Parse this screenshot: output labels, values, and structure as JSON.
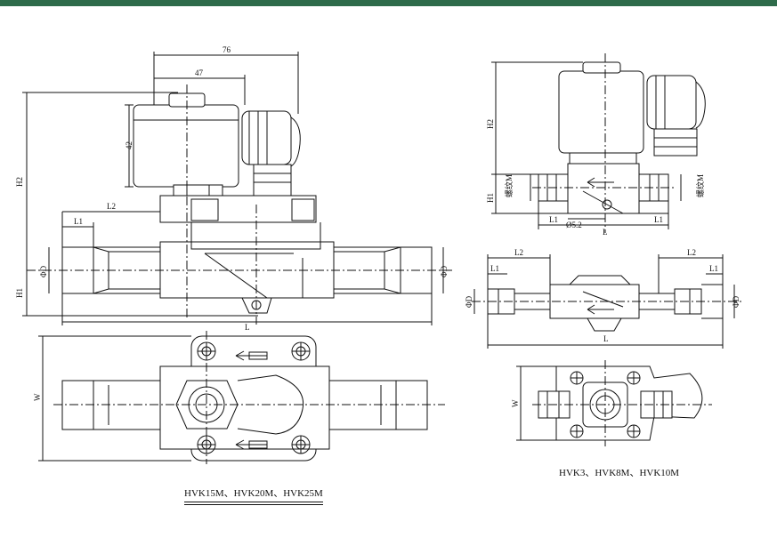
{
  "colors": {
    "header_bar": "#2e6b4a",
    "line": "#111111"
  },
  "left_drawing": {
    "caption": "HVK15M、HVK20M、HVK25M",
    "dims": {
      "d76": "76",
      "d47": "47",
      "d42": "42",
      "h2": "H2",
      "h1": "H1",
      "l1": "L1",
      "l2": "L2",
      "l": "L",
      "od_left": "ΦD",
      "od_right": "ΦD",
      "w": "W"
    }
  },
  "right_drawing": {
    "caption": "HVK3、HVK8M、HVK10M",
    "dims": {
      "h2": "H2",
      "h1": "H1",
      "thread_left": "螺纹M",
      "thread_right": "螺纹M",
      "l1a": "L1",
      "l1b": "L1",
      "d52": "Ø5.2",
      "l": "L",
      "l2a": "L2",
      "l2b": "L2",
      "l1c": "L1",
      "l1d": "L1",
      "od_left": "ΦD",
      "od_right": "ΦD",
      "l_bottom": "L",
      "w": "W"
    }
  }
}
